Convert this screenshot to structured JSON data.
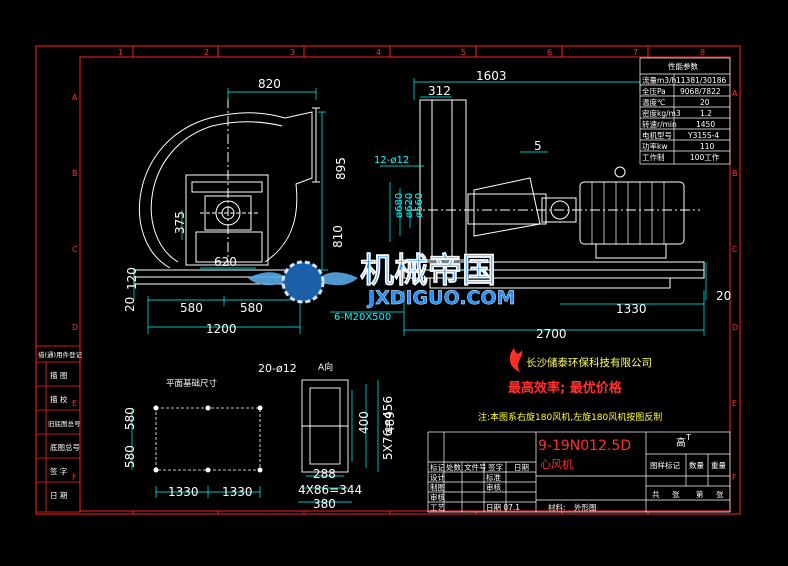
{
  "drawing": {
    "title_cn": "9-19N012.5D",
    "subtitle_cn": "心风机",
    "title_tail": "高",
    "note": "注:本图系右旋180风机,左旋180风机按图反制",
    "view_a_label": "A向",
    "foundation_label": "平面基础尺寸"
  },
  "watermark": {
    "logo_cn": "机械帝国",
    "logo_en": "JXDIGUO.COM"
  },
  "company": {
    "name": "长沙储泰环保科技有限公司",
    "slogan": "最高效率; 最优价格"
  },
  "zones": {
    "columns": [
      "1",
      "2",
      "3",
      "4",
      "5",
      "6",
      "7",
      "8"
    ],
    "rows": [
      "A",
      "B",
      "C",
      "D",
      "E",
      "F"
    ]
  },
  "dimensions": {
    "d820": "820",
    "d1603": "1603",
    "d312": "312",
    "d5": "5",
    "d895": "895",
    "d810": "810",
    "d375": "375",
    "d620": "620",
    "d580a": "580",
    "d580b": "580",
    "d1200": "1200",
    "d120": "120",
    "d20": "20",
    "d1330": "1330",
    "d2700": "2700",
    "d12phi12": "12-ø12",
    "phi680": "ø680",
    "phi620": "ø620",
    "phi560": "ø560",
    "bolts": "6-M20X500",
    "d20phi12": "20-ø12",
    "f580": "580",
    "f580b": "580",
    "f1330a": "1330",
    "f1330b": "1330",
    "a400": "400",
    "a5x76": "5X76=456",
    "a489": "489",
    "a288": "288",
    "a4x86": "4X86=344",
    "a380": "380"
  },
  "params_table": {
    "header": "性能参数",
    "rows": [
      {
        "label": "流量m3/h",
        "value": "11381/30186"
      },
      {
        "label": "全压Pa",
        "value": "9068/7822"
      },
      {
        "label": "温度℃",
        "value": "20"
      },
      {
        "label": "密度kg/m3",
        "value": "1.2"
      },
      {
        "label": "转速r/min",
        "value": "1450"
      },
      {
        "label": "电机型号",
        "value": "Y315S-4"
      },
      {
        "label": "功率kw",
        "value": "110"
      },
      {
        "label": "工作制",
        "value": "100工作"
      }
    ]
  },
  "left_revision_table": [
    "借(通)用件登记",
    "描  图",
    "描  校",
    "旧底图总号",
    "底图总号",
    "签  字",
    "日  期"
  ],
  "title_block": {
    "r1": [
      "标记",
      "处数",
      "文件号",
      "签字",
      "日期"
    ],
    "r2": [
      "设计",
      "标准"
    ],
    "r3": [
      "制图",
      "审核"
    ],
    "r4": [
      "审核"
    ],
    "r5": [
      "工艺",
      "日期 07.1"
    ],
    "r6": [
      "材料:",
      "外形图"
    ],
    "stage_labels": [
      "图样标记",
      "数量",
      "重量"
    ],
    "sheet_labels": [
      "共",
      "张",
      "第",
      "张"
    ],
    "mark_t": "T"
  },
  "colors": {
    "background": "#000000",
    "frame": "#ff0000",
    "geometry": "#ffffff",
    "dimension": "#00ffff",
    "accent": "#ffff00",
    "watermark": "#1e90ff"
  }
}
